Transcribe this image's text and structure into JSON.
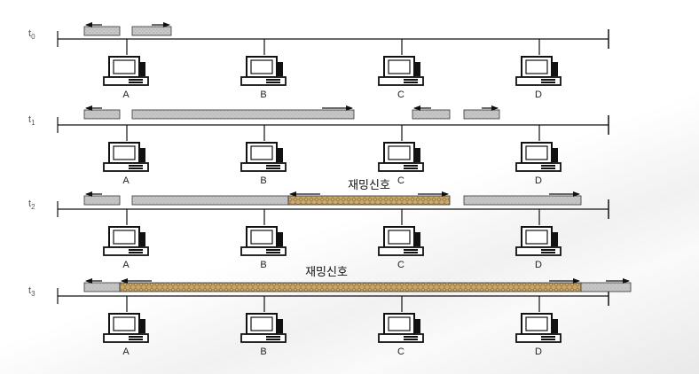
{
  "diagram": {
    "nodes": [
      "A",
      "B",
      "C",
      "D"
    ],
    "jam_label": "재밍신호",
    "rows": [
      {
        "time_label": "t",
        "time_sub": "0",
        "jam_labeled": false,
        "frames": [
          {
            "from": 0.0,
            "to": 1.0,
            "arrow": "left",
            "jam": false
          },
          {
            "from": 1.35,
            "to": 2.45,
            "arrow": "right",
            "jam": false
          }
        ]
      },
      {
        "time_label": "t",
        "time_sub": "1",
        "jam_labeled": false,
        "frames": [
          {
            "from": 0.0,
            "to": 1.0,
            "arrow": "left",
            "jam": false
          },
          {
            "from": 1.35,
            "to": 7.6,
            "arrow": "right",
            "jam": false
          },
          {
            "from": 9.25,
            "to": 10.3,
            "arrow": "left",
            "jam": false
          },
          {
            "from": 10.7,
            "to": 11.7,
            "arrow": "right",
            "jam": false
          }
        ]
      },
      {
        "time_label": "t",
        "time_sub": "2",
        "jam_labeled": true,
        "frames": [
          {
            "from": 0.0,
            "to": 1.0,
            "arrow": "left",
            "jam": false
          },
          {
            "from": 1.35,
            "to": 5.75,
            "arrow": "none",
            "jam": false
          },
          {
            "from": 5.75,
            "to": 10.3,
            "arrow": "both",
            "jam": true
          },
          {
            "from": 10.7,
            "to": 14.0,
            "arrow": "right",
            "jam": false
          }
        ]
      },
      {
        "time_label": "t",
        "time_sub": "3",
        "jam_labeled": true,
        "frames": [
          {
            "from": 0.0,
            "to": 1.0,
            "arrow": "left",
            "jam": false
          },
          {
            "from": 1.0,
            "to": 14.0,
            "arrow": "both",
            "jam": true
          },
          {
            "from": 14.0,
            "to": 15.4,
            "arrow": "right",
            "jam": false
          }
        ]
      }
    ]
  }
}
